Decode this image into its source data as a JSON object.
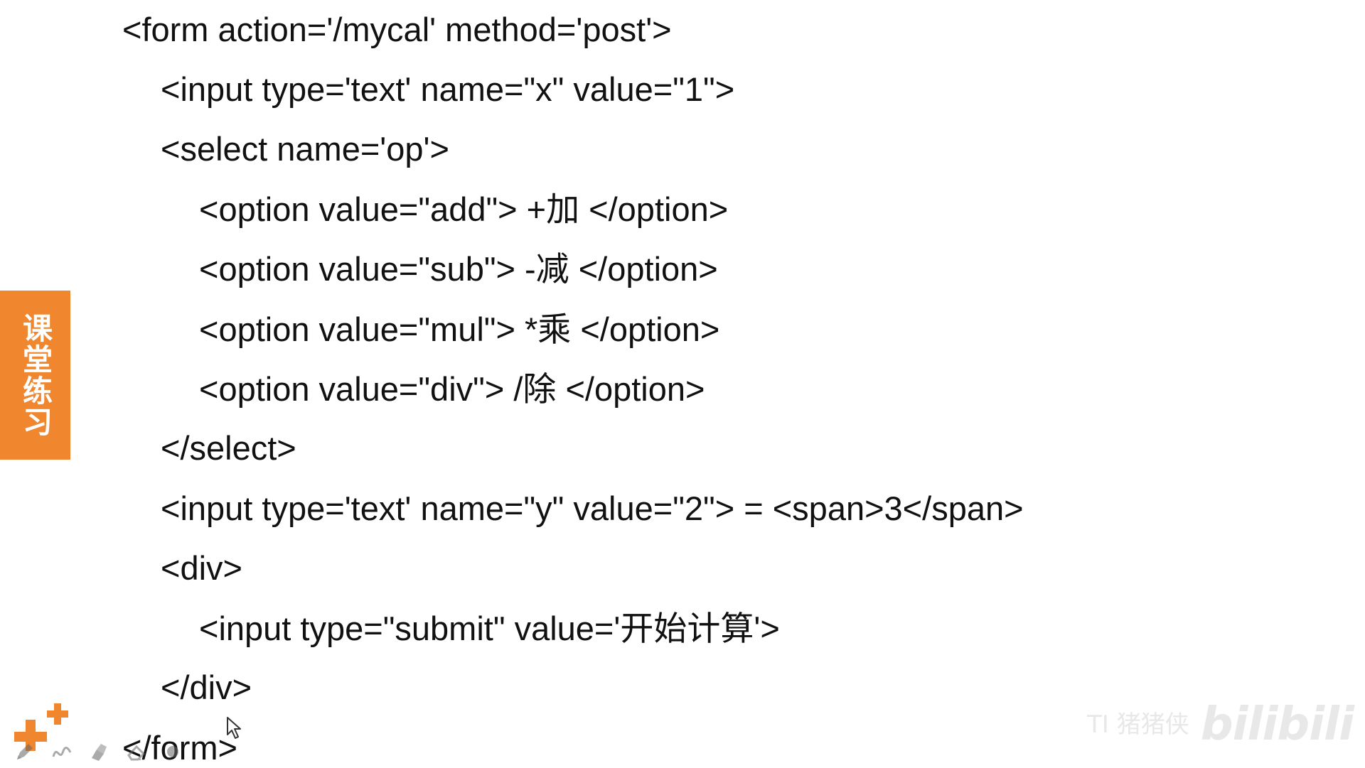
{
  "code_lines": [
    "<form action='/mycal' method='post'>",
    "<input type='text' name=\"x\" value=\"1\">",
    "<select name='op'>",
    "<option value=\"add\"> +加 </option>",
    "<option value=\"sub\"> -减 </option>",
    "<option value=\"mul\"> *乘 </option>",
    "<option value=\"div\"> /除 </option>",
    "</select>",
    "<input type='text' name=\"y\" value=\"2\"> = <span>3</span>",
    "<div>",
    "<input type=\"submit\" value='开始计算'>",
    "</div>",
    "</form>"
  ],
  "side_tab": {
    "label": "课堂练习"
  },
  "watermark": {
    "handle": "TI 猪猪侠",
    "brand": "bilibili"
  },
  "colors": {
    "accent": "#f0862e",
    "text": "#111111",
    "background": "#ffffff"
  },
  "icons": {
    "logo": "orange-plus-logo",
    "toolbar": [
      "pen-icon",
      "curve-icon",
      "highlighter-icon",
      "eraser-icon",
      "dot-icon"
    ],
    "cursor": "mouse-pointer-icon"
  }
}
